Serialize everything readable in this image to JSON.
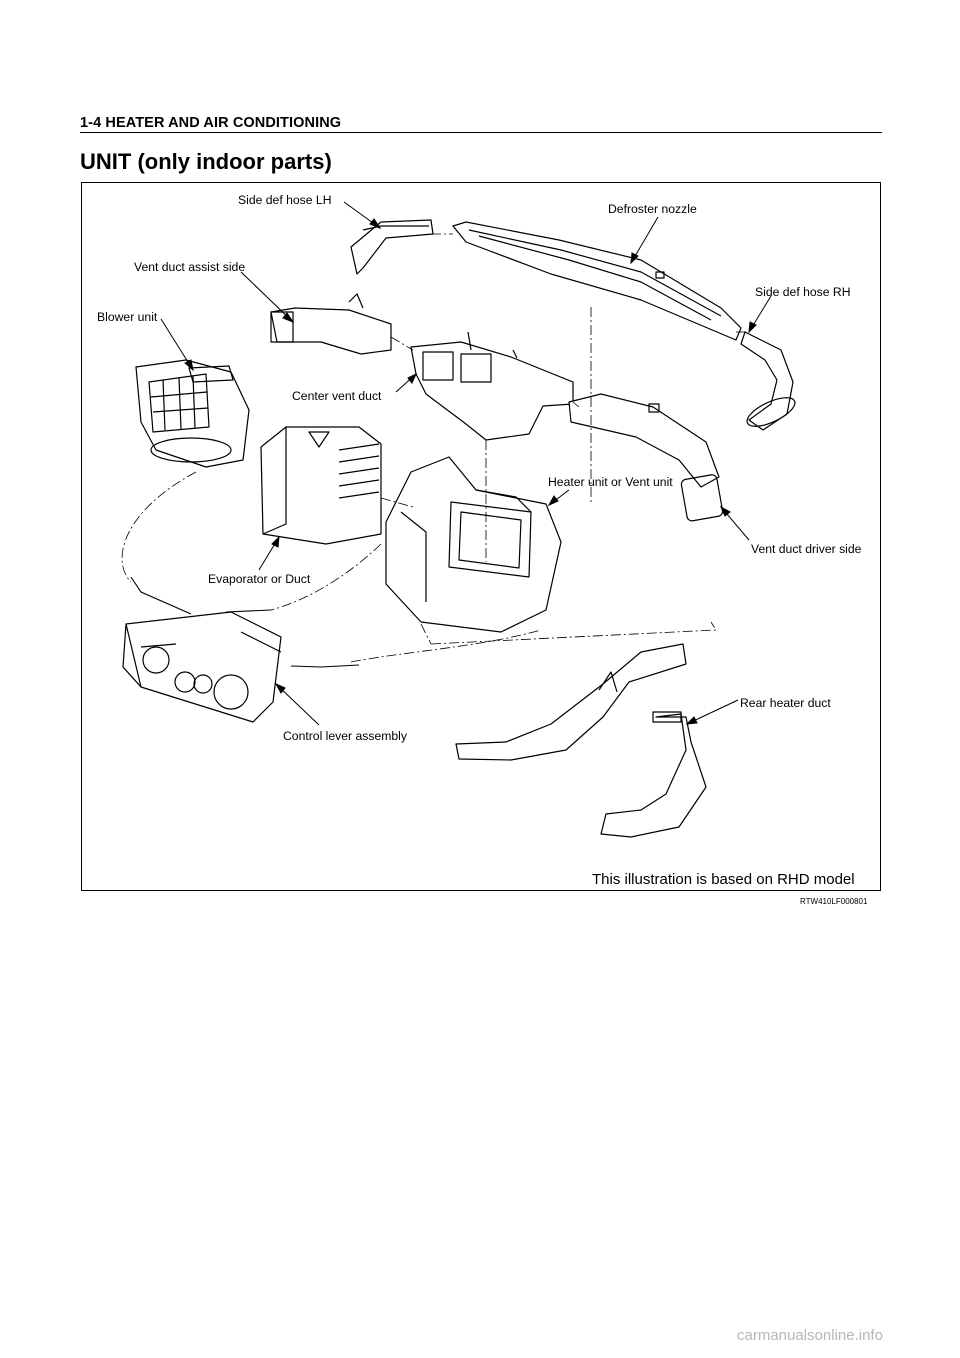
{
  "header": {
    "text": "1-4  HEATER AND AIR CONDITIONING"
  },
  "title": "UNIT (only indoor parts)",
  "figure": {
    "labels": {
      "side_def_hose_lh": "Side def hose LH",
      "defroster_nozzle": "Defroster nozzle",
      "vent_duct_assist_side": "Vent duct assist side",
      "side_def_hose_rh": "Side def hose RH",
      "blower_unit": "Blower unit",
      "center_vent_duct": "Center vent duct",
      "heater_unit_or_vent_unit": "Heater unit or Vent unit",
      "vent_duct_driver_side": "Vent duct driver side",
      "evaporator_or_duct": "Evaporator or Duct",
      "rear_heater_duct": "Rear heater duct",
      "control_lever_assembly": "Control lever assembly"
    },
    "note": "This illustration is based on RHD model",
    "code": "RTW410LF000801"
  },
  "watermark": "carmanualsonline.info"
}
